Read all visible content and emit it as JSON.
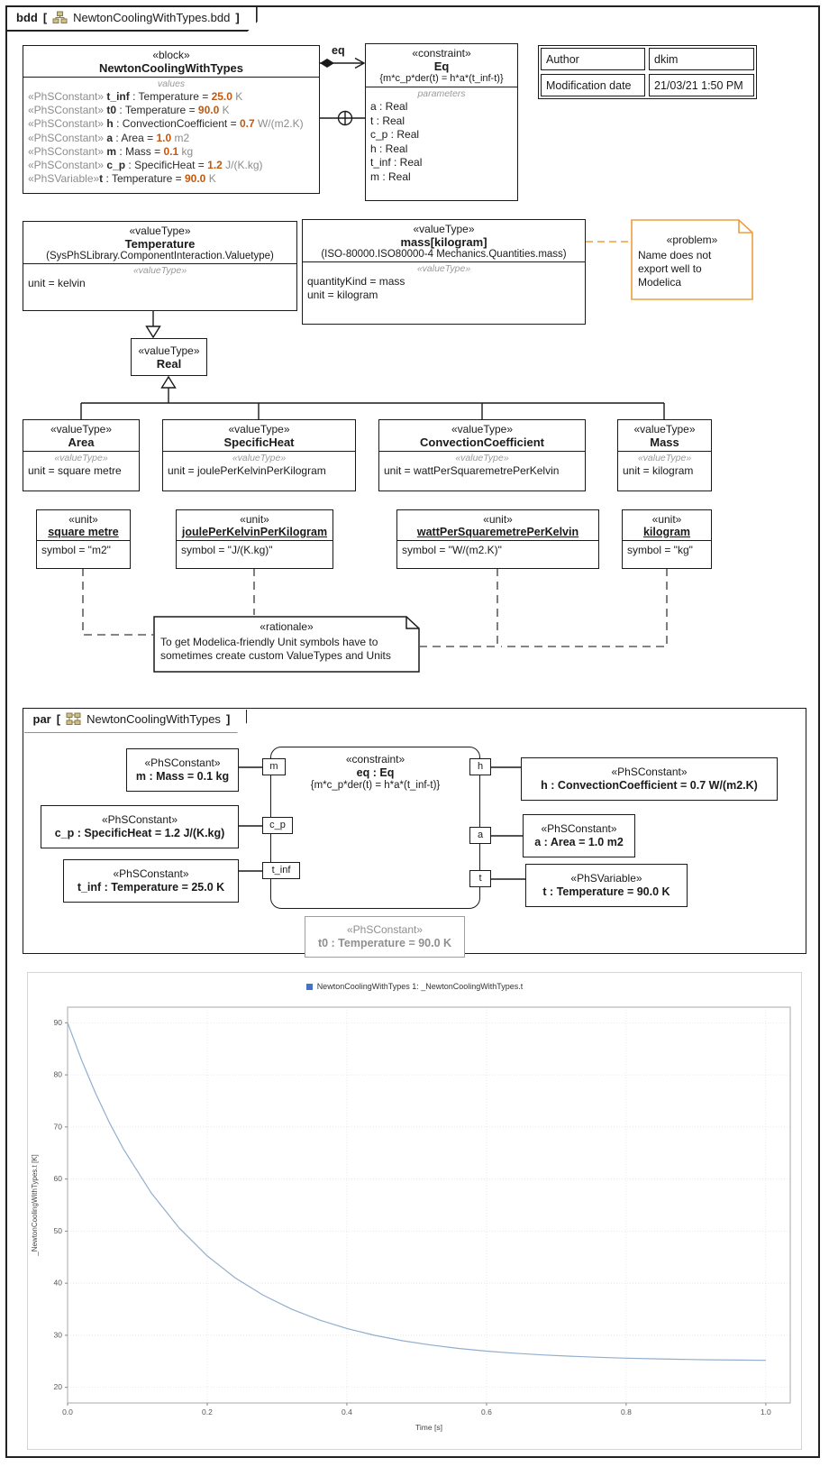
{
  "frame": {
    "kind": "bdd",
    "bracket_open": "[",
    "bracket_close": "]",
    "title": "NewtonCoolingWithTypes.bdd"
  },
  "block": {
    "stereotype": "«block»",
    "name": "NewtonCoolingWithTypes",
    "compartment_label": "values",
    "values": [
      {
        "st": "«PhSConstant»",
        "name": "t_inf",
        "mid": " : Temperature = ",
        "value": "25.0",
        "unit": " K"
      },
      {
        "st": "«PhSConstant»",
        "name": "t0",
        "mid": " : Temperature = ",
        "value": "90.0",
        "unit": " K"
      },
      {
        "st": "«PhSConstant»",
        "name": "h",
        "mid": " : ConvectionCoefficient = ",
        "value": "0.7",
        "unit": " W/(m2.K)"
      },
      {
        "st": "«PhSConstant»",
        "name": "a",
        "mid": " : Area = ",
        "value": "1.0",
        "unit": " m2"
      },
      {
        "st": "«PhSConstant»",
        "name": "m",
        "mid": " : Mass = ",
        "value": "0.1",
        "unit": " kg"
      },
      {
        "st": "«PhSConstant»",
        "name": "c_p",
        "mid": " : SpecificHeat = ",
        "value": "1.2",
        "unit": " J/(K.kg)"
      },
      {
        "st": "«PhSVariable»",
        "name": "t",
        "mid": " : Temperature = ",
        "value": "90.0",
        "unit": " K"
      }
    ]
  },
  "eq_association": {
    "label": "eq"
  },
  "constraint_block": {
    "stereotype": "«constraint»",
    "name": "Eq",
    "expression": "{m*c_p*der(t) = h*a*(t_inf-t)}",
    "compartment_label": "parameters",
    "parameters": [
      "a : Real",
      "t : Real",
      "c_p : Real",
      "h : Real",
      "t_inf : Real",
      "m : Real"
    ]
  },
  "info_table": {
    "rows": [
      {
        "label": "Author",
        "value": "dkim"
      },
      {
        "label": "Modification date",
        "value": "21/03/21 1:50 PM"
      }
    ]
  },
  "temperature_vt": {
    "stereotype": "«valueType»",
    "name": "Temperature",
    "qualifier": "(SysPhSLibrary.ComponentInteraction.Valuetype)",
    "comp_label": "«valueType»",
    "line1": "unit = kelvin"
  },
  "mass_vt": {
    "stereotype": "«valueType»",
    "name": "mass[kilogram]",
    "qualifier": "(ISO-80000.ISO80000-4 Mechanics.Quantities.mass)",
    "comp_label": "«valueType»",
    "line1": "quantityKind = mass",
    "line2": "unit = kilogram"
  },
  "problem_note": {
    "stereotype": "«problem»",
    "text": "Name does not export well to Modelica",
    "border_color": "#EE9D3D"
  },
  "real_vt": {
    "stereotype": "«valueType»",
    "name": "Real"
  },
  "subtypes": [
    {
      "stereotype": "«valueType»",
      "name": "Area",
      "comp_label": "«valueType»",
      "line": "unit = square metre"
    },
    {
      "stereotype": "«valueType»",
      "name": "SpecificHeat",
      "comp_label": "«valueType»",
      "line": "unit = joulePerKelvinPerKilogram"
    },
    {
      "stereotype": "«valueType»",
      "name": "ConvectionCoefficient",
      "comp_label": "«valueType»",
      "line": "unit = wattPerSquaremetrePerKelvin"
    },
    {
      "stereotype": "«valueType»",
      "name": "Mass",
      "comp_label": "«valueType»",
      "line": "unit = kilogram"
    }
  ],
  "units": [
    {
      "stereotype": "«unit»",
      "name": "square metre",
      "line": "symbol = \"m2\""
    },
    {
      "stereotype": "«unit»",
      "name": "joulePerKelvinPerKilogram",
      "line": "symbol = \"J/(K.kg)\""
    },
    {
      "stereotype": "«unit»",
      "name": "wattPerSquaremetrePerKelvin",
      "line": "symbol = \"W/(m2.K)\""
    },
    {
      "stereotype": "«unit»",
      "name": "kilogram",
      "line": "symbol = \"kg\""
    }
  ],
  "rationale_note": {
    "stereotype": "«rationale»",
    "text_line1": "To get Modelica-friendly Unit symbols have to",
    "text_line2": "sometimes create custom ValueTypes and Units"
  },
  "par_frame": {
    "kind": "par",
    "bracket_open": "[",
    "bracket_close": "]",
    "title": "NewtonCoolingWithTypes"
  },
  "par": {
    "constraint": {
      "stereotype": "«constraint»",
      "name": "eq : Eq",
      "expression": "{m*c_p*der(t) = h*a*(t_inf-t)}"
    },
    "ports_left": [
      "m",
      "c_p",
      "t_inf"
    ],
    "ports_right": [
      "h",
      "a",
      "t"
    ],
    "boxes": {
      "m": {
        "st": "«PhSConstant»",
        "label": "m : Mass = 0.1 kg"
      },
      "c_p": {
        "st": "«PhSConstant»",
        "label": "c_p : SpecificHeat = 1.2 J/(K.kg)"
      },
      "t_inf": {
        "st": "«PhSConstant»",
        "label": "t_inf : Temperature = 25.0 K"
      },
      "h": {
        "st": "«PhSConstant»",
        "label": "h : ConvectionCoefficient = 0.7 W/(m2.K)"
      },
      "a": {
        "st": "«PhSConstant»",
        "label": "a : Area = 1.0 m2"
      },
      "t": {
        "st": "«PhSVariable»",
        "label": "t : Temperature = 90.0 K"
      },
      "t0": {
        "st": "«PhSConstant»",
        "label": "t0 : Temperature = 90.0 K"
      }
    }
  },
  "chart_data": {
    "type": "line",
    "legend": "NewtonCoolingWithTypes 1: _NewtonCoolingWithTypes.t",
    "legend_color": "#4472C4",
    "xlabel": "Time [s]",
    "ylabel": "_NewtonCoolingWithTypes.t [K]",
    "xlim": [
      0,
      1.035
    ],
    "ylim": [
      17,
      93
    ],
    "xticks": [
      "0.0",
      "0.2",
      "0.4",
      "0.6",
      "0.8",
      "1.0"
    ],
    "yticks": [
      20,
      30,
      40,
      50,
      60,
      70,
      80,
      90
    ],
    "grid": true,
    "legend_position": "top-center",
    "series": [
      {
        "name": "_NewtonCoolingWithTypes.t",
        "color": "#92AECE",
        "x": [
          0,
          0.02,
          0.04,
          0.06,
          0.08,
          0.12,
          0.16,
          0.2,
          0.24,
          0.28,
          0.32,
          0.36,
          0.4,
          0.44,
          0.48,
          0.52,
          0.56,
          0.6,
          0.64,
          0.68,
          0.72,
          0.76,
          0.8,
          0.84,
          0.88,
          0.92,
          0.96,
          1.0
        ],
        "y": [
          90,
          82.85,
          76.48,
          70.8,
          65.77,
          57.28,
          50.57,
          45.24,
          41.03,
          37.7,
          35.05,
          32.96,
          31.3,
          29.99,
          28.95,
          28.13,
          27.48,
          26.96,
          26.55,
          26.23,
          25.98,
          25.77,
          25.61,
          25.48,
          25.38,
          25.3,
          25.24,
          25.19
        ]
      }
    ]
  }
}
